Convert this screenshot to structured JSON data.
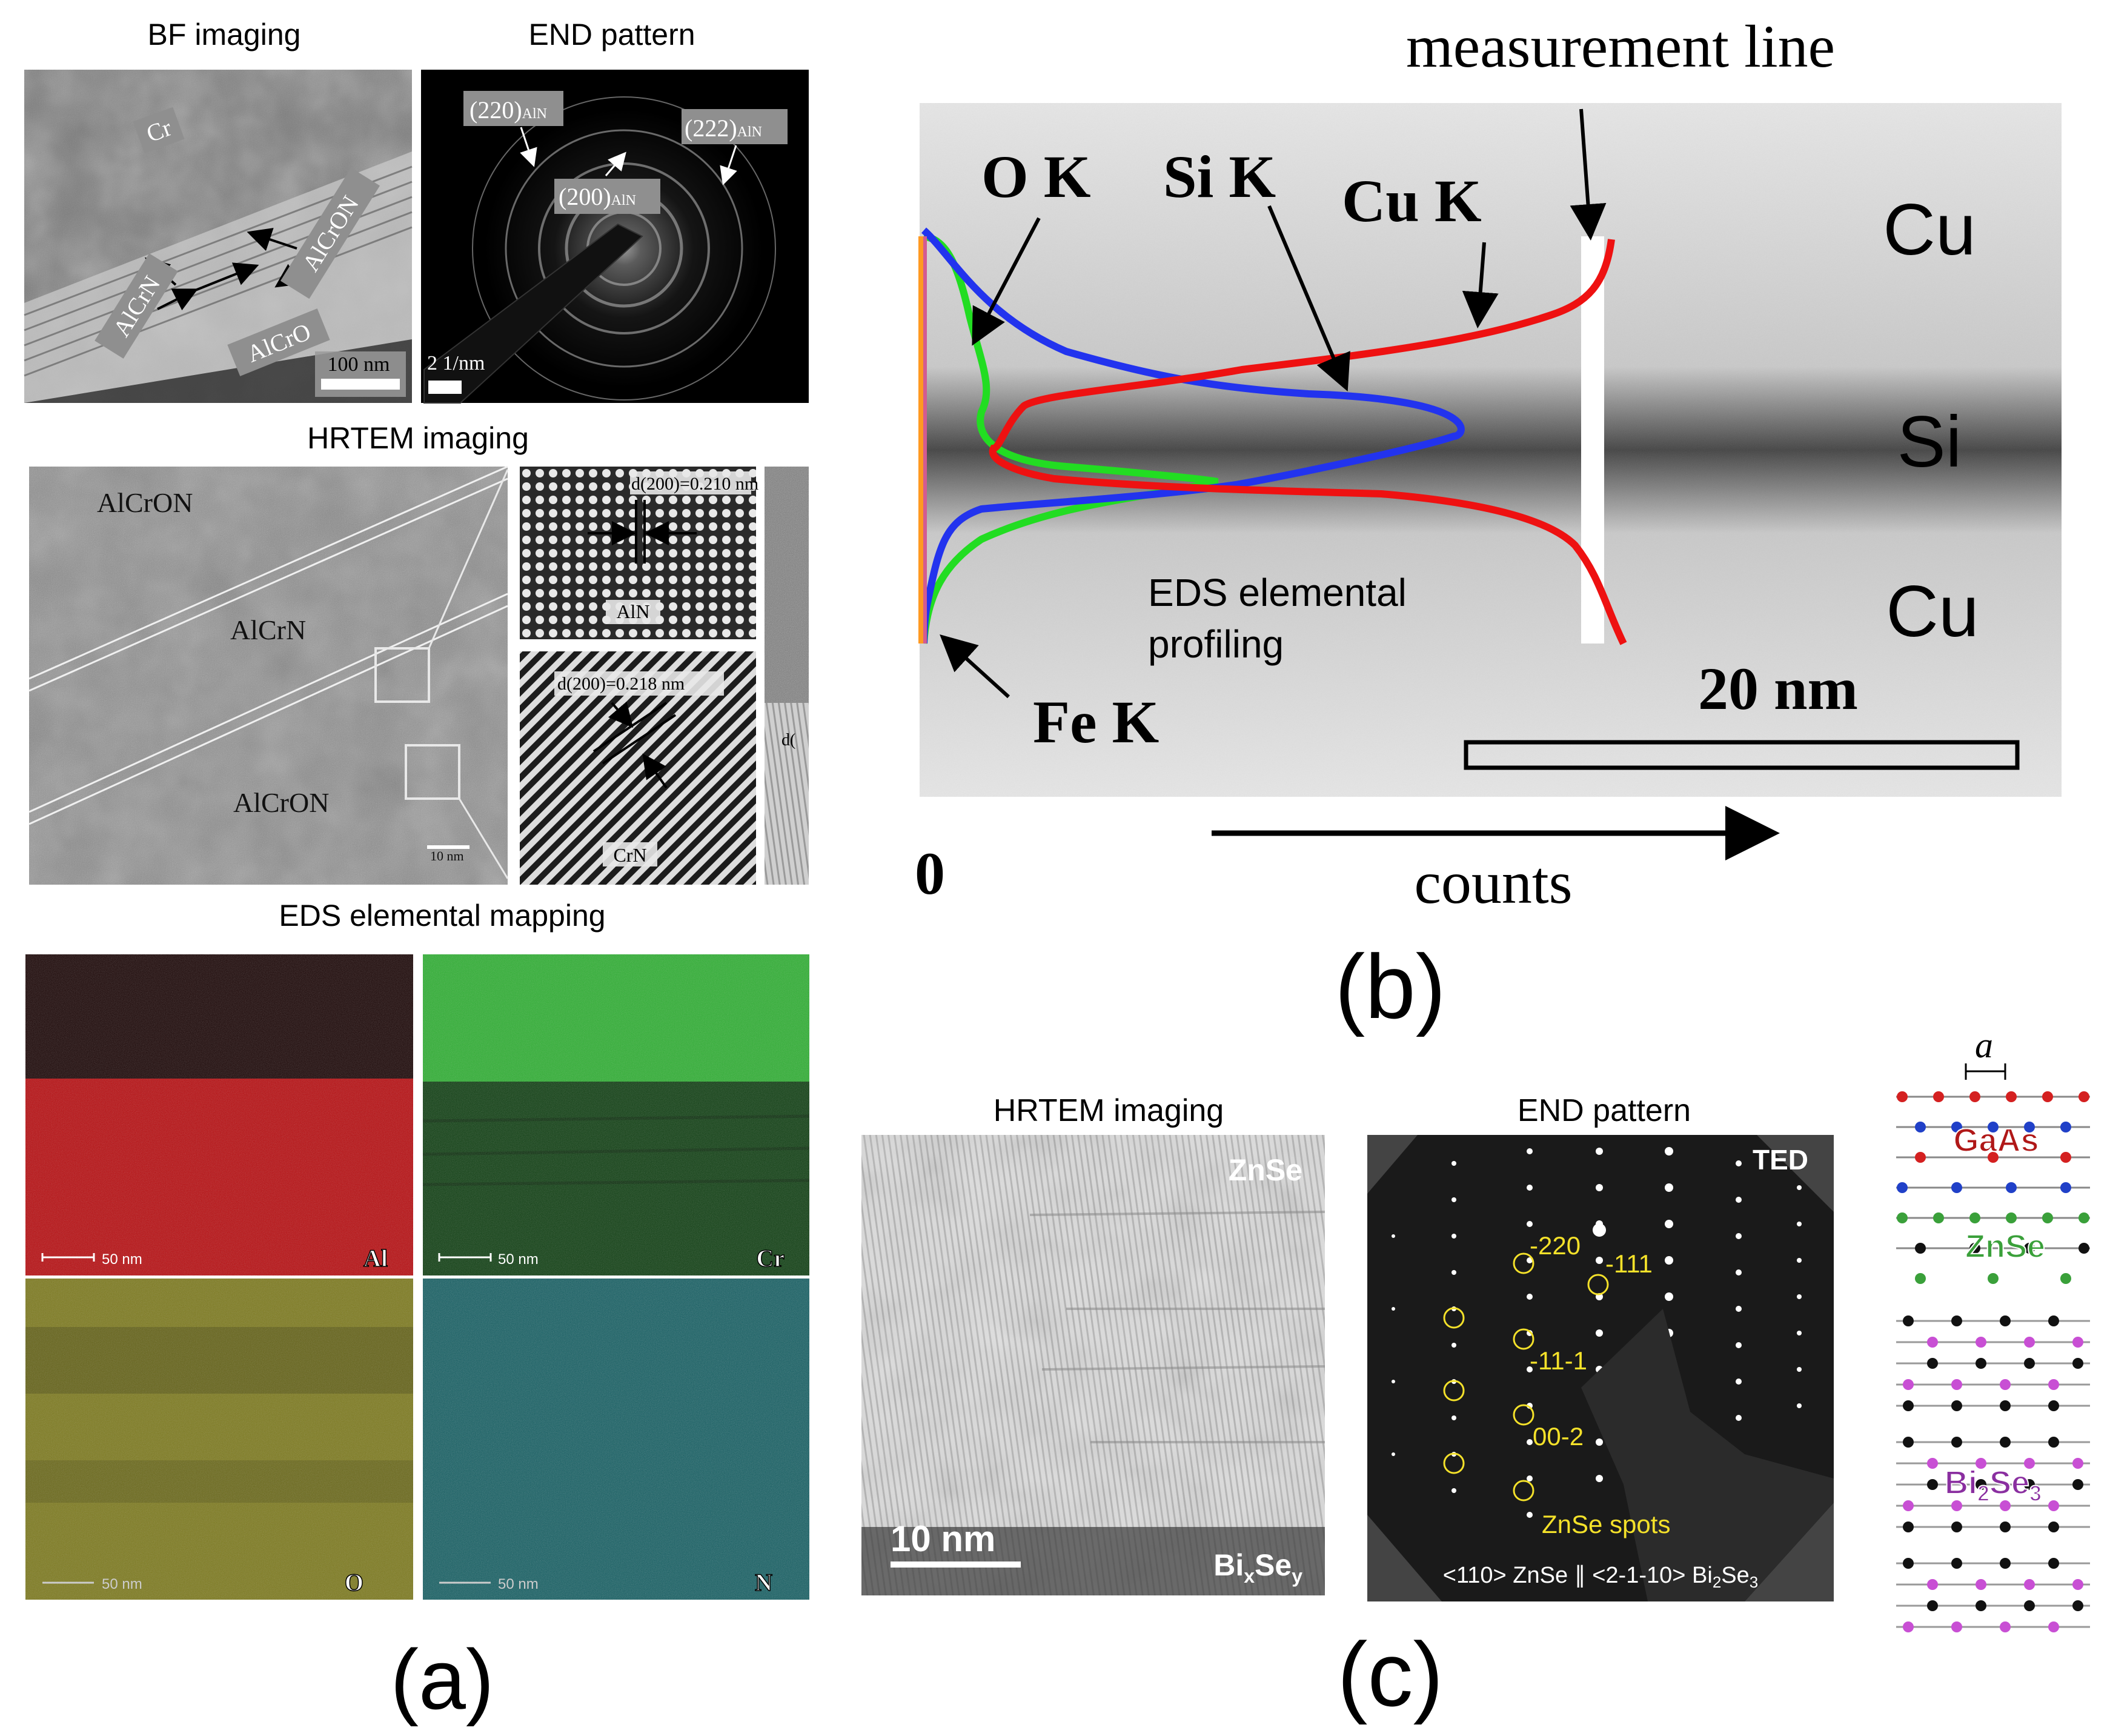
{
  "panel_a": {
    "caption": "(a)",
    "bf": {
      "title": "BF imaging",
      "labels": {
        "cr": "Cr",
        "alcron": "AlCrON",
        "alcrn": "AlCrN",
        "alcro": "AlCrO"
      },
      "scalebar": "100 nm"
    },
    "end": {
      "title": "END pattern",
      "ring_220": "(220)",
      "ring_222": "(222)",
      "ring_200": "(200)",
      "sub": "AlN",
      "scalebar": "2 1/nm"
    },
    "hrtem": {
      "title": "HRTEM imaging",
      "layers": {
        "top": "AlCrON",
        "middle": "AlCrN",
        "bottom": "AlCrON"
      },
      "scalebar": "10 nm",
      "inset_top_d": "d(200)=0.210 nm",
      "inset_top_phase": "AlN",
      "inset_bottom_d": "d(200)=0.218 nm",
      "inset_bottom_phase": "CrN",
      "side_strip": "d("
    },
    "eds": {
      "title": "EDS elemental mapping",
      "maps": [
        {
          "element": "Al",
          "scalebar": "50 nm"
        },
        {
          "element": "Cr",
          "scalebar": "50 nm"
        },
        {
          "element": "O",
          "scalebar": "50 nm"
        },
        {
          "element": "N",
          "scalebar": "50 nm"
        }
      ]
    }
  },
  "panel_b": {
    "caption": "(b)",
    "measurement_line": "measurement line",
    "lines": {
      "o": "O K",
      "si": "Si K",
      "cu": "Cu K",
      "fe": "Fe K"
    },
    "layers": {
      "top": "Cu",
      "middle": "Si",
      "bottom": "Cu"
    },
    "profiling_1": "EDS elemental",
    "profiling_2": "profiling",
    "scalebar": "20 nm",
    "axis_zero": "0",
    "axis_label": "counts",
    "colors": {
      "o": "#22dd22",
      "si": "#2233ee",
      "cu": "#ee1111",
      "fe": "#ff9922"
    }
  },
  "panel_c": {
    "caption": "(c)",
    "hrtem": {
      "title": "HRTEM imaging",
      "top": "ZnSe",
      "bottom_base": "Bi",
      "bottom_x": "x",
      "bottom_se": "Se",
      "bottom_y": "y",
      "scalebar": "10 nm"
    },
    "end": {
      "title": "END pattern",
      "ted": "TED",
      "spots": {
        "s220": "-220",
        "s111": "-111",
        "s11_1": "-11-1",
        "s00_2": "00-2"
      },
      "legend": "ZnSe spots",
      "relation_1": "<110> ZnSe ∥ <2-1-10> Bi",
      "relation_sub": "2",
      "relation_2": "Se",
      "relation_sub2": "3"
    },
    "structure": {
      "a_label": "a",
      "gaas": "GaAs",
      "znse": "ZnSe",
      "bise_1": "Bi",
      "bise_2": "2",
      "bise_3": "Se",
      "bise_4": "3"
    }
  }
}
